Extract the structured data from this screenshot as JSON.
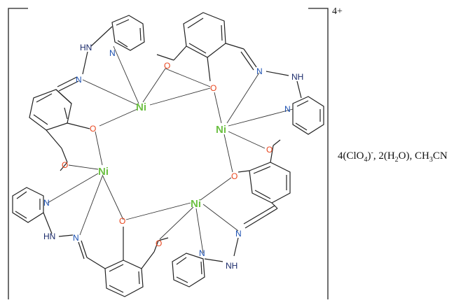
{
  "charge": "4+",
  "counterions": [
    {
      "pre": "4(ClO",
      "sub": "4",
      "post": ")",
      "sup": "-"
    },
    {
      "pre": ", 2(H",
      "sub": "2",
      "post": "O)",
      "sup": ""
    },
    {
      "pre": ", CH",
      "sub": "3",
      "post": "CN",
      "sup": ""
    }
  ],
  "colors": {
    "oxygen": "#e8461e",
    "nitrogen": "#1a4fb0",
    "nickel": "#6cc043",
    "bond": "#222222"
  },
  "atom_labels": {
    "ni": "Ni",
    "o": "O",
    "n": "N",
    "nh": "NH",
    "hn": "HN"
  }
}
